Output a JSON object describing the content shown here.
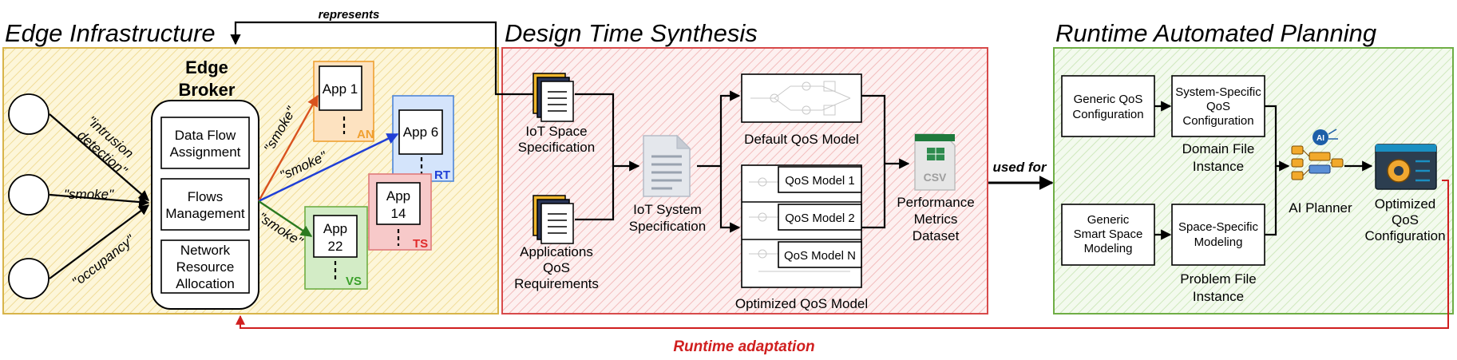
{
  "sections": {
    "edge": {
      "title": "Edge Infrastructure",
      "broker_title_1": "Edge",
      "broker_title_2": "Broker",
      "broker_items": [
        {
          "line1": "Data Flow",
          "line2": "Assignment",
          "line3": ""
        },
        {
          "line1": "Flows",
          "line2": "Management",
          "line3": ""
        },
        {
          "line1": "Network",
          "line2": "Resource",
          "line3": "Allocation"
        }
      ],
      "inputs": [
        {
          "label_1": "\"intrusion",
          "label_2": "detection\""
        },
        {
          "label_1": "\"smoke\"",
          "label_2": ""
        },
        {
          "label_1": "\"occupancy\"",
          "label_2": ""
        }
      ],
      "arrows": [
        "\"smoke\"",
        "\"smoke\"",
        "\"smoke\""
      ],
      "apps": [
        {
          "label_1": "App 1",
          "label_2": "",
          "tag": "AN",
          "color": "#f0a030",
          "fill": "#fde2c0"
        },
        {
          "label_1": "App 6",
          "label_2": "",
          "tag": "RT",
          "color": "#1f3fd6",
          "fill": "#d4e4fb"
        },
        {
          "label_1": "App",
          "label_2": "14",
          "tag": "TS",
          "color": "#e02a2a",
          "fill": "#f7c9c9"
        },
        {
          "label_1": "App",
          "label_2": "22",
          "tag": "VS",
          "color": "#3aa02a",
          "fill": "#d3ecc6"
        }
      ]
    },
    "design": {
      "title": "Design Time Synthesis",
      "iot_space_1": "IoT Space",
      "iot_space_2": "Specification",
      "app_qos_1": "Applications",
      "app_qos_2": "QoS",
      "app_qos_3": "Requirements",
      "iot_system_1": "IoT System",
      "iot_system_2": "Specification",
      "default_model": "Default QoS Model",
      "optimized_model": "Optimized QoS Model",
      "models": [
        "QoS Model 1",
        "QoS Model 2",
        "QoS Model N"
      ],
      "csv_tag": "CSV",
      "metrics_1": "Performance",
      "metrics_2": "Metrics",
      "metrics_3": "Dataset"
    },
    "runtime": {
      "title": "Runtime Automated Planning",
      "generic_qos_1": "Generic QoS",
      "generic_qos_2": "Configuration",
      "system_qos_1": "System-Specific",
      "system_qos_2": "QoS",
      "system_qos_3": "Configuration",
      "domain_file_1": "Domain File",
      "domain_file_2": "Instance",
      "generic_smart_1": "Generic",
      "generic_smart_2": "Smart Space",
      "generic_smart_3": "Modeling",
      "space_specific_1": "Space-Specific",
      "space_specific_2": "Modeling",
      "problem_file_1": "Problem File",
      "problem_file_2": "Instance",
      "planner": "AI Planner",
      "planner_badge": "AI",
      "optimized_1": "Optimized",
      "optimized_2": "QoS",
      "optimized_3": "Configuration"
    }
  },
  "connectors": {
    "represents": "represents",
    "used_for": "used for",
    "runtime_adaptation": "Runtime adaptation"
  },
  "colors": {
    "edge_border": "#d8b44a",
    "edge_fill": "#fdf6d9",
    "design_border": "#d84a4a",
    "design_fill": "#fbe3e3",
    "runtime_border": "#6fae45",
    "runtime_fill": "#eaf5e0",
    "adaptation": "#d01f1f"
  }
}
